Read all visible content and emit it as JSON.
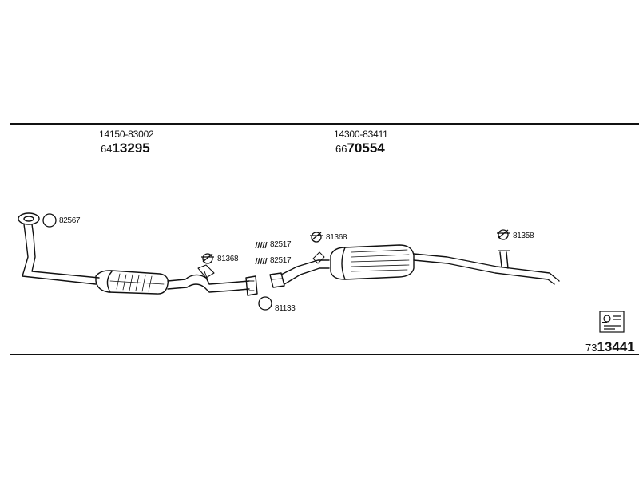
{
  "header": {
    "left_part": {
      "ref": "14150-83002",
      "prefix": "64",
      "number": "13295"
    },
    "right_part": {
      "ref": "14300-83411",
      "prefix": "66",
      "number": "70554"
    }
  },
  "callouts": {
    "gasket_front": "82567",
    "clamp_mid": "81368",
    "spring_top": "82517",
    "spring_bottom": "82517",
    "ring_mid": "81133",
    "hanger_rear_muffler": "81368",
    "hanger_tailpipe": "81358"
  },
  "kit": {
    "prefix": "73",
    "number": "13441",
    "icon": "mounting-kit-icon"
  }
}
